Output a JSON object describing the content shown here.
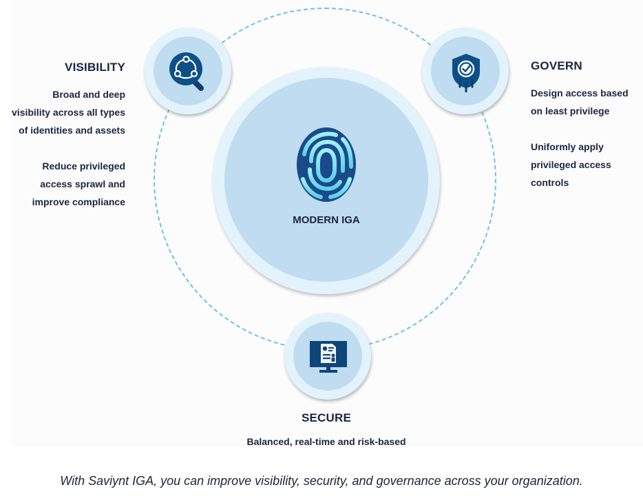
{
  "diagram": {
    "center": {
      "label": "MODERN IGA",
      "icon": "fingerprint-icon"
    },
    "nodes": [
      {
        "id": "visibility",
        "title": "VISIBILITY",
        "icon": "network-search-icon",
        "paragraphs": [
          [
            "Broad and deep",
            "visibility across all types",
            "of identities and assets"
          ],
          [
            "Reduce privileged",
            "access sprawl and",
            "improve compliance"
          ]
        ]
      },
      {
        "id": "govern",
        "title": "GOVERN",
        "icon": "shield-check-icon",
        "paragraphs": [
          [
            "Design access based",
            "on least privilege"
          ],
          [
            "Uniformly apply",
            "privileged access",
            "controls"
          ]
        ]
      },
      {
        "id": "secure",
        "title": "SECURE",
        "icon": "monitor-id-card-icon",
        "paragraphs": [
          [
            "Balanced, real-time and risk-based"
          ]
        ]
      }
    ]
  },
  "caption": "With Saviynt IGA, you can improve visibility, security, and governance across your organization.",
  "colors": {
    "text": "#1b2540",
    "ring_dashes": "#6fc0e5",
    "node_outer": "#e3f3fc",
    "node_inner": "#bfdcf1",
    "icon_dark": "#0d4a7f",
    "icon_light": "#8fe3f3"
  }
}
